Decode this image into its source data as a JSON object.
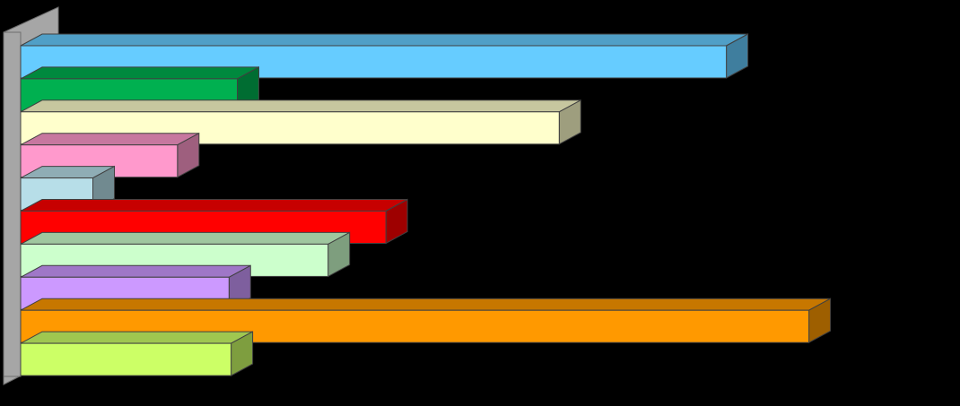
{
  "chart_data": {
    "type": "bar",
    "orientation": "horizontal",
    "three_d": true,
    "categories": [
      "",
      "",
      "",
      "",
      "",
      "",
      "",
      "",
      "",
      ""
    ],
    "values": [
      34.2,
      10.5,
      26.1,
      7.6,
      3.5,
      17.7,
      14.9,
      10.1,
      38.2,
      10.2
    ],
    "colors": [
      "#66CCFF",
      "#00B050",
      "#FFFFCC",
      "#FF99CC",
      "#B7DEE8",
      "#FF0000",
      "#CCFFCC",
      "#CC99FF",
      "#FF9900",
      "#CCFF66"
    ],
    "xlim": [
      0,
      40
    ],
    "title": "",
    "xlabel": "",
    "ylabel": "",
    "grid": false,
    "legend": "none",
    "background": "#000000",
    "wall_color": "#A6A6A6"
  }
}
